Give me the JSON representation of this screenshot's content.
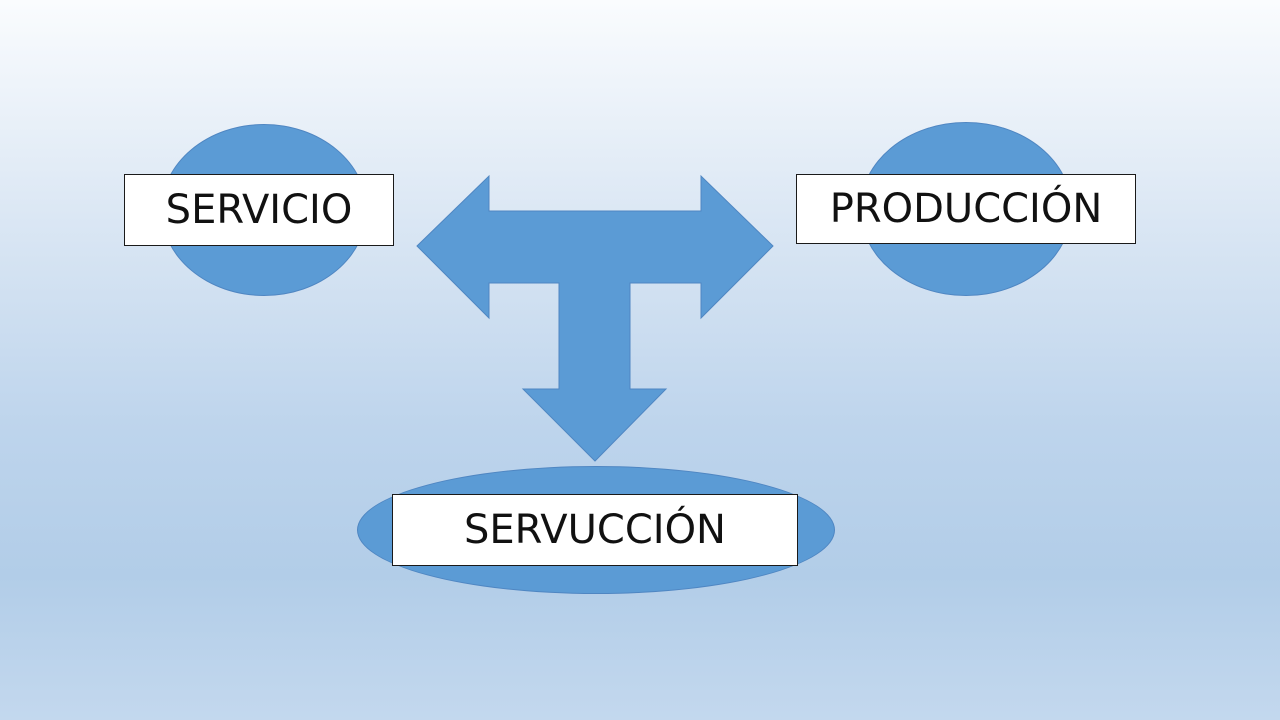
{
  "colors": {
    "shape_fill": "#5b9bd5",
    "shape_stroke": "#4f86c2",
    "label_background": "#ffffff",
    "label_border": "#1a1a1a",
    "text": "#111111"
  },
  "diagram": {
    "nodes": [
      {
        "id": "servicio",
        "label": "SERVICIO",
        "shape": "ellipse"
      },
      {
        "id": "produccion",
        "label": "PRODUCCIÓN",
        "shape": "ellipse"
      },
      {
        "id": "servuccion",
        "label": "SERVUCCIÓN",
        "shape": "ellipse"
      }
    ],
    "connector": {
      "type": "three-way-arrow",
      "icon": "left-right-down-arrow",
      "points_to": [
        "servicio",
        "produccion",
        "servuccion"
      ]
    }
  }
}
